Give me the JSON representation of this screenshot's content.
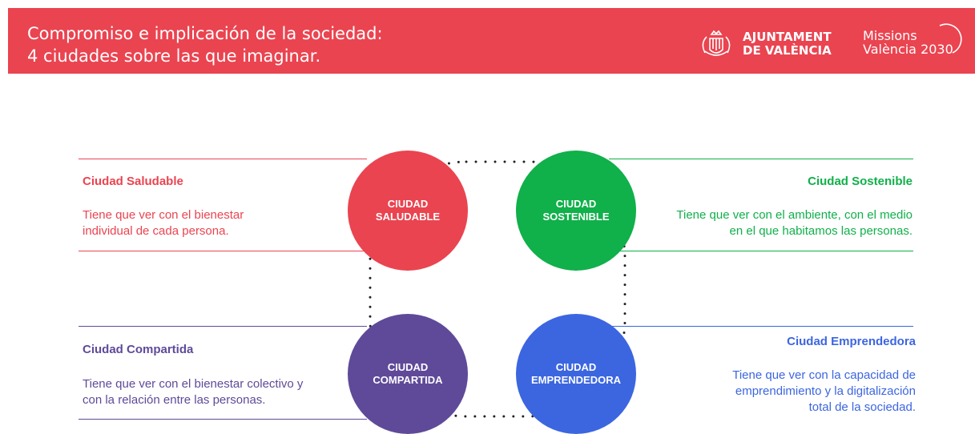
{
  "header": {
    "title_line1": "Compromiso e implicación de la sociedad:",
    "title_line2": "4 ciudades sobre las que imaginar.",
    "ajuntament_line1": "AJUNTAMENT",
    "ajuntament_line2": "DE VALÈNCIA",
    "missions_line1": "Missions",
    "missions_line2": "València 2030"
  },
  "colors": {
    "header_bg": "#ea4450",
    "saludable": "#ea4450",
    "sostenible": "#10b04a",
    "compartida": "#5f4a99",
    "emprendedora": "#3c66e0"
  },
  "cities": {
    "saludable": {
      "circle_line1": "CIUDAD",
      "circle_line2": "SALUDABLE",
      "title": "Ciudad Saludable",
      "desc_line1": "Tiene que ver con el bienestar",
      "desc_line2": "individual de cada persona."
    },
    "sostenible": {
      "circle_line1": "CIUDAD",
      "circle_line2": "SOSTENIBLE",
      "title": "Ciudad Sostenible",
      "desc_line1": "Tiene que ver con el ambiente, con el medio",
      "desc_line2": "en el que habitamos las personas."
    },
    "compartida": {
      "circle_line1": "CIUDAD",
      "circle_line2": "COMPARTIDA",
      "title": "Ciudad Compartida",
      "desc_line1": "Tiene que ver con el bienestar colectivo y",
      "desc_line2": "con la relación entre las personas."
    },
    "emprendedora": {
      "circle_line1": "CIUDAD",
      "circle_line2": "EMPRENDEDORA",
      "title": "Ciudad Emprendedora",
      "desc_line1": "Tiene que ver con la capacidad de",
      "desc_line2": "emprendimiento y la digitalización",
      "desc_line3": "total de la sociedad."
    }
  }
}
